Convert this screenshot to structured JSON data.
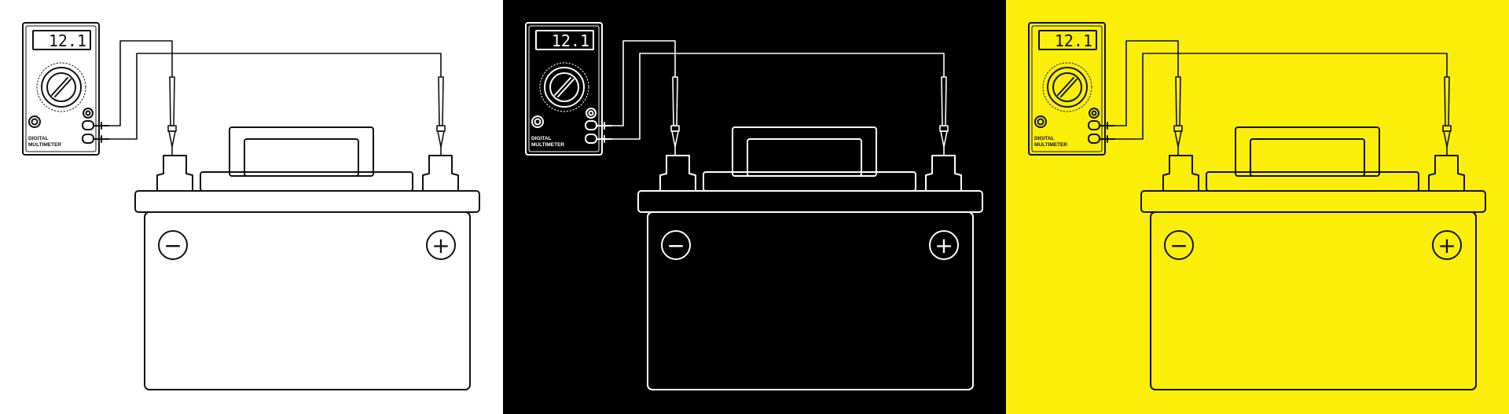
{
  "meter": {
    "reading": "12.1",
    "label_line1": "DIGITAL",
    "label_line2": "MULTIMETER"
  },
  "battery": {
    "negative_symbol": "−",
    "positive_symbol": "+"
  },
  "panels": [
    {
      "name": "white",
      "background": "#ffffff",
      "stroke": "#111111"
    },
    {
      "name": "black",
      "background": "#000000",
      "stroke": "#ffffff"
    },
    {
      "name": "yellow",
      "background": "#fbef0a",
      "stroke": "#111111"
    }
  ]
}
